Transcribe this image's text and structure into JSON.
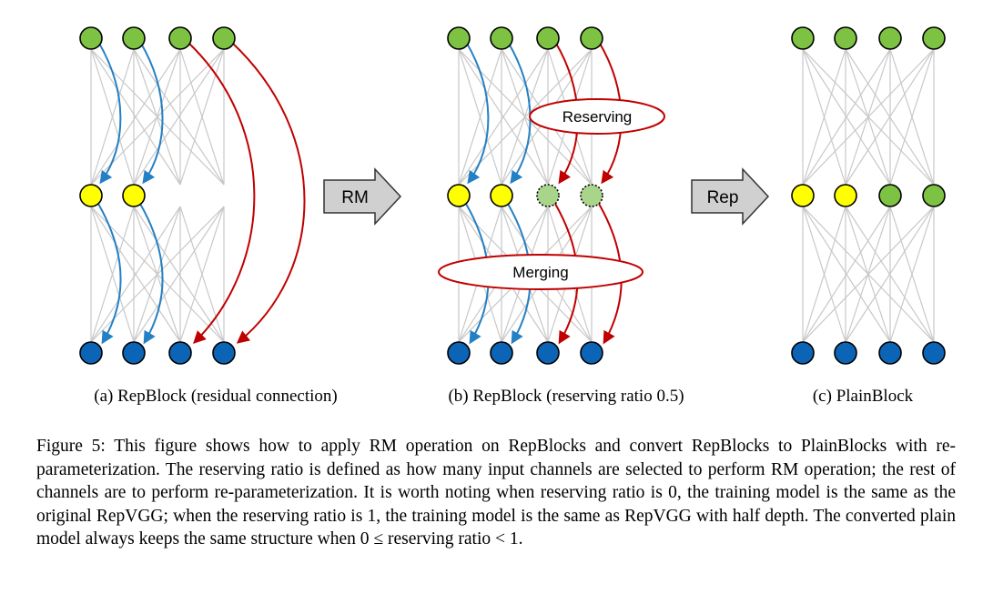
{
  "panels": {
    "a": {
      "caption": "(a)  RepBlock (residual connection)"
    },
    "b": {
      "caption": "(b)  RepBlock (reserving ratio 0.5)",
      "reserving_label": "Reserving",
      "merging_label": "Merging"
    },
    "c": {
      "caption": "(c)  PlainBlock"
    }
  },
  "transitions": {
    "rm": "RM",
    "rep": "Rep"
  },
  "colors": {
    "input_node": "#7dc242",
    "hidden_node": "#ffff00",
    "output_node": "#0b64b5",
    "residual_arrow": "#2480c4",
    "reserving_arrow": "#c00000",
    "connection": "#c8c8c8",
    "block_arrow": "#d0d0d0"
  },
  "figure": {
    "caption": "Figure 5: This figure shows how to apply RM operation on RepBlocks and convert RepBlocks to PlainBlocks with re-parameterization. The reserving ratio is defined as how many input channels are selected to perform RM operation; the rest of channels are to perform re-parameterization. It is worth noting when reserving ratio is 0, the training model is the same as the original RepVGG; when the reserving ratio is 1, the training model is the same as RepVGG with half depth. The converted plain model always keeps the same structure when 0 ≤ reserving ratio < 1."
  }
}
